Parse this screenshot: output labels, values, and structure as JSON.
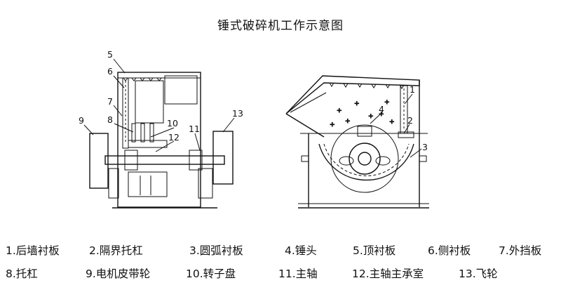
{
  "title": "锤式破碎机工作示意图",
  "callouts": {
    "front": [
      "5",
      "6",
      "7",
      "8",
      "9",
      "10",
      "11",
      "12",
      "13"
    ],
    "side": [
      "1",
      "2",
      "3",
      "4"
    ]
  },
  "legend": [
    "1.后墙衬板",
    "2.隔界托杠",
    "3.圆弧衬板",
    "4.锤头",
    "5.顶衬板",
    "6.侧衬板",
    "7.外挡板",
    "8.托杠",
    "9.电机皮带轮",
    "10.转子盘",
    "11.主轴",
    "12.主轴主承室",
    "13.飞轮"
  ]
}
